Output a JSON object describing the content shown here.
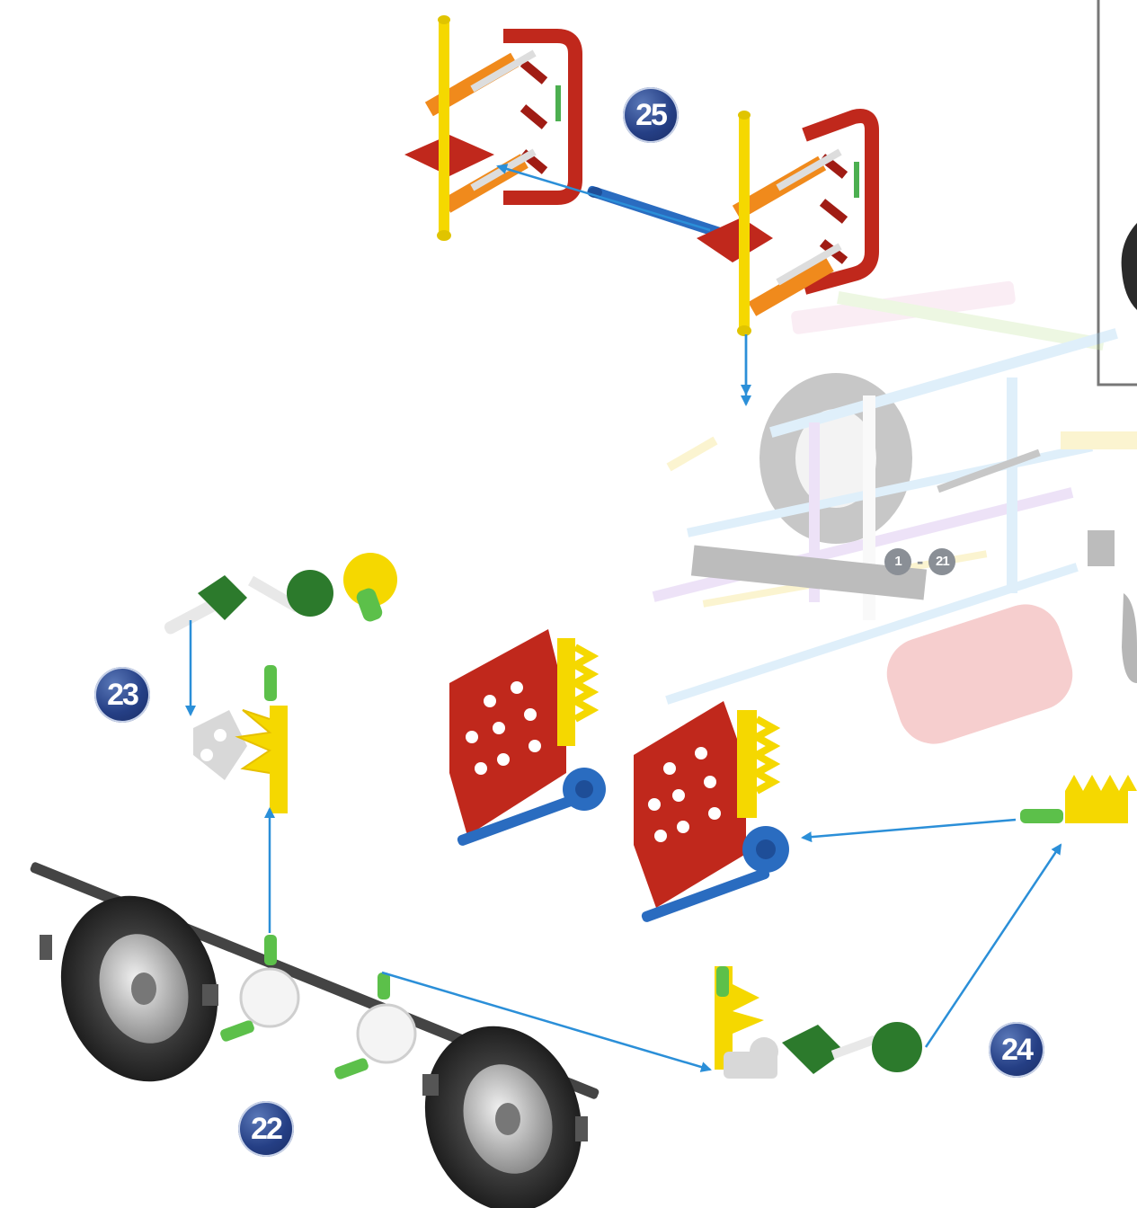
{
  "steps": {
    "s22": "22",
    "s23": "23",
    "s24": "24",
    "s25": "25"
  },
  "range": {
    "start": "1",
    "sep": "-",
    "end": "21"
  },
  "colors": {
    "step_badge": "#253f85",
    "arrow": "#2b8fd8",
    "rod_yellow": "#f5d800",
    "connector_red": "#c0281c",
    "connector_orange": "#f08a1c",
    "connector_green": "#2c7a2c",
    "rod_blue": "#2a6cc0",
    "wheel": "#3a3a3a"
  }
}
